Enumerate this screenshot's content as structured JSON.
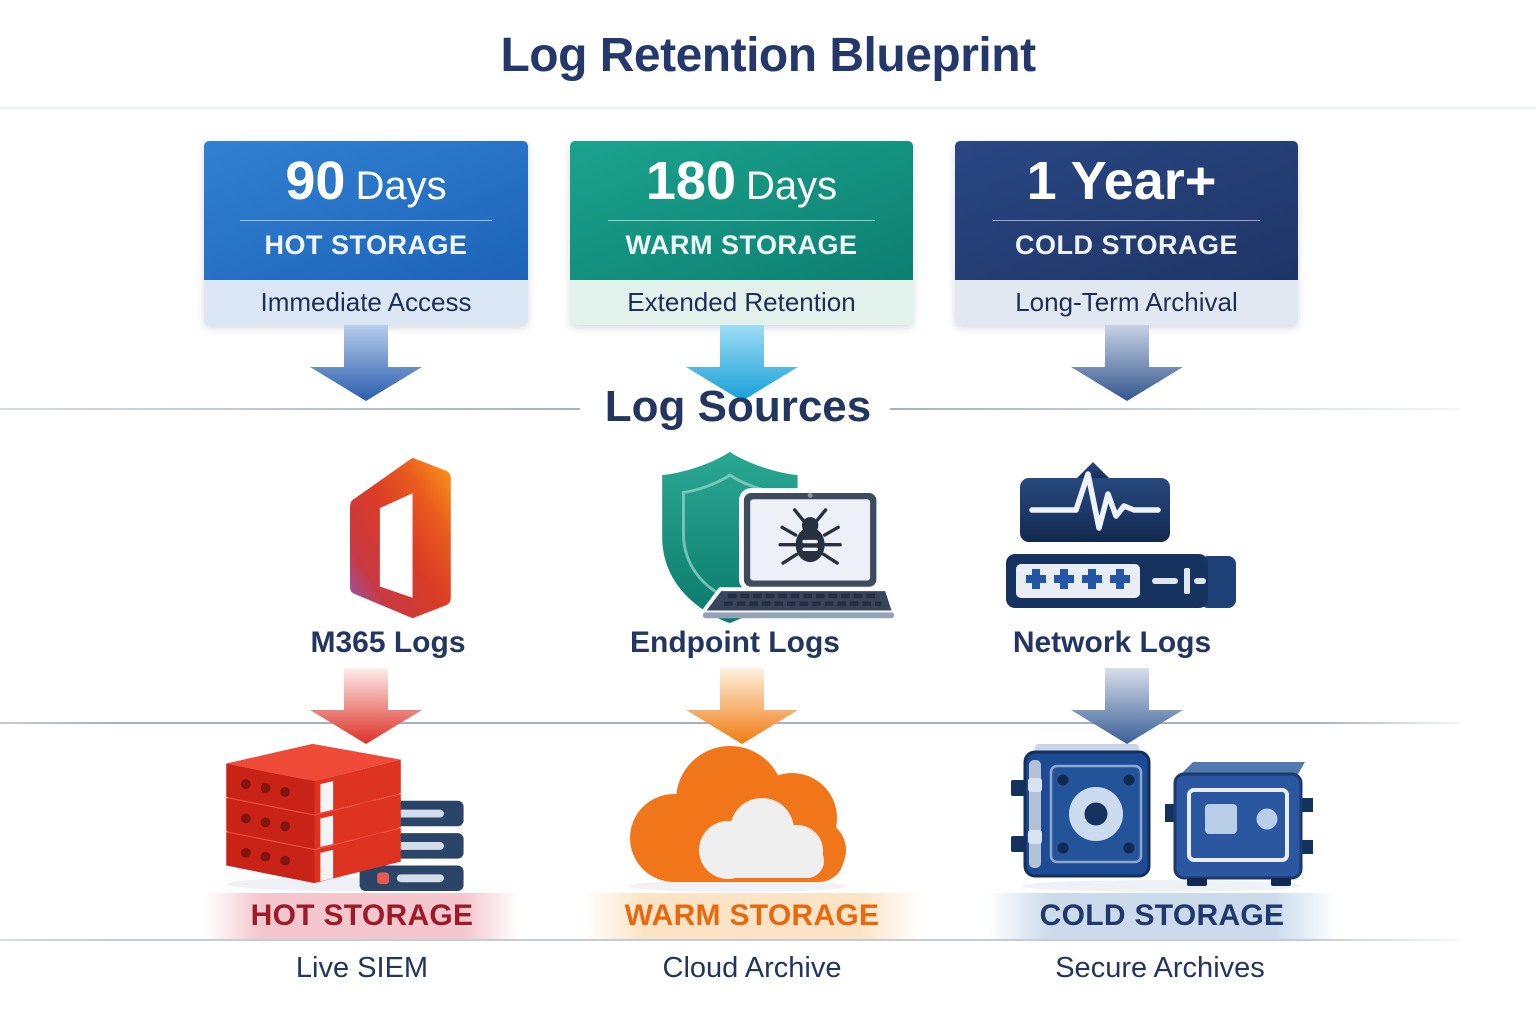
{
  "title": "Log Retention Blueprint",
  "retention_tiers": [
    {
      "duration_big": "90",
      "duration_small": "Days",
      "tier_label": "HOT STORAGE",
      "access_label": "Immediate Access",
      "card_color": "#1f6ec4",
      "strip_color": "#dbe7f5"
    },
    {
      "duration_big": "180",
      "duration_small": "Days",
      "tier_label": "WARM STORAGE",
      "access_label": "Extended Retention",
      "card_color": "#12917f",
      "strip_color": "#e2f1ec"
    },
    {
      "duration_big": "1 Year+",
      "duration_small": "",
      "tier_label": "COLD STORAGE",
      "access_label": "Long-Term Archival",
      "card_color": "#24407a",
      "strip_color": "#e2e8f2"
    }
  ],
  "sources_section": {
    "heading": "Log Sources",
    "sources": [
      {
        "label": "M365 Logs",
        "icon": "m365-office-icon"
      },
      {
        "label": "Endpoint Logs",
        "icon": "shield-laptop-bug-icon"
      },
      {
        "label": "Network Logs",
        "icon": "network-devices-icon"
      }
    ]
  },
  "destinations": [
    {
      "storage_label": "HOT STORAGE",
      "description": "Live SIEM",
      "icon": "red-server-stack-icon",
      "label_color": "#9c1b2a"
    },
    {
      "storage_label": "WARM STORAGE",
      "description": "Cloud Archive",
      "icon": "orange-cloud-icon",
      "label_color": "#e9680e"
    },
    {
      "storage_label": "COLD STORAGE",
      "description": "Secure Archives",
      "icon": "blue-safes-icon",
      "label_color": "#20386b"
    }
  ],
  "arrows": {
    "tiers_to_sources_colors": [
      "#2c5dad",
      "#16a0d8",
      "#31568f"
    ],
    "sources_to_destinations_colors": [
      "#dd3026",
      "#f07b10",
      "#3a5f98"
    ]
  }
}
